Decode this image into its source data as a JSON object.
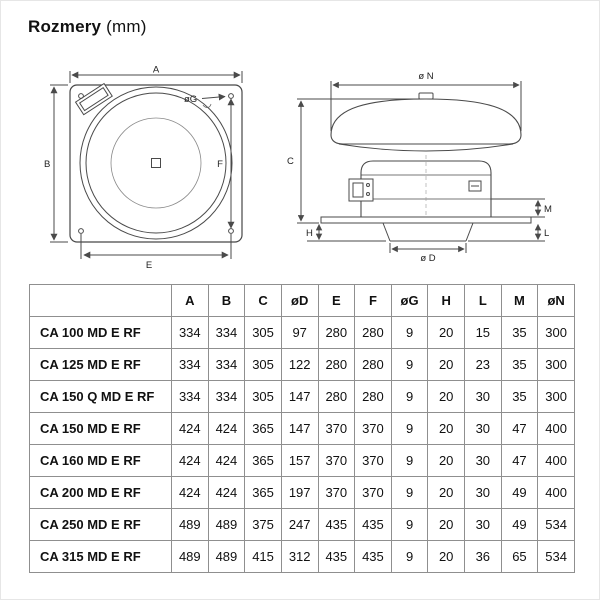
{
  "page": {
    "title": "Rozmery",
    "title_unit": "(mm)"
  },
  "drawings": {
    "top_view": {
      "dim_a": "A",
      "dim_b": "B",
      "dim_e": "E",
      "dim_f": "F",
      "dim_g": "øG"
    },
    "side_view": {
      "dim_n": "ø N",
      "dim_c": "C",
      "dim_h": "H",
      "dim_d": "ø D",
      "dim_m": "M",
      "dim_l": "L"
    }
  },
  "table": {
    "headers": [
      "",
      "A",
      "B",
      "C",
      "øD",
      "E",
      "F",
      "øG",
      "H",
      "L",
      "M",
      "øN"
    ],
    "rows": [
      {
        "model": "CA 100 MD E RF",
        "values": [
          "334",
          "334",
          "305",
          "97",
          "280",
          "280",
          "9",
          "20",
          "15",
          "35",
          "300"
        ]
      },
      {
        "model": "CA 125 MD E RF",
        "values": [
          "334",
          "334",
          "305",
          "122",
          "280",
          "280",
          "9",
          "20",
          "23",
          "35",
          "300"
        ]
      },
      {
        "model": "CA 150 Q MD E RF",
        "values": [
          "334",
          "334",
          "305",
          "147",
          "280",
          "280",
          "9",
          "20",
          "30",
          "35",
          "300"
        ]
      },
      {
        "model": "CA 150 MD E RF",
        "values": [
          "424",
          "424",
          "365",
          "147",
          "370",
          "370",
          "9",
          "20",
          "30",
          "47",
          "400"
        ]
      },
      {
        "model": "CA 160 MD E RF",
        "values": [
          "424",
          "424",
          "365",
          "157",
          "370",
          "370",
          "9",
          "20",
          "30",
          "47",
          "400"
        ]
      },
      {
        "model": "CA 200 MD E RF",
        "values": [
          "424",
          "424",
          "365",
          "197",
          "370",
          "370",
          "9",
          "20",
          "30",
          "49",
          "400"
        ]
      },
      {
        "model": "CA 250 MD E RF",
        "values": [
          "489",
          "489",
          "375",
          "247",
          "435",
          "435",
          "9",
          "20",
          "30",
          "49",
          "534"
        ]
      },
      {
        "model": "CA 315 MD E RF",
        "values": [
          "489",
          "489",
          "415",
          "312",
          "435",
          "435",
          "9",
          "20",
          "36",
          "65",
          "534"
        ]
      }
    ]
  },
  "colors": {
    "line": "#4a4a4a",
    "table_border": "#8f8f8f",
    "text": "#111111"
  }
}
